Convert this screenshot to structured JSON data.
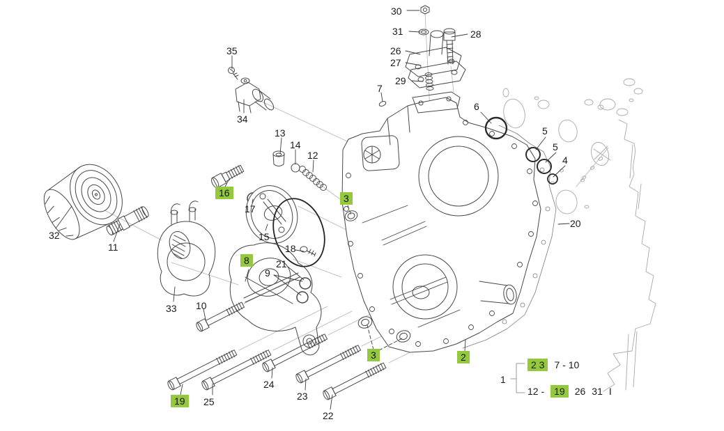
{
  "page": {
    "background": "#ffffff"
  },
  "diagram": {
    "type": "exploded-parts-diagram",
    "subject": "engine timing gear case with oil filter, oil cooler and oil pump",
    "colors": {
      "highlight": "#94c83d",
      "line": "#474747",
      "light_line": "#a8a8a8",
      "text": "#1b1b1b"
    },
    "callouts": [
      {
        "text": "30",
        "highlighted": false
      },
      {
        "text": "31",
        "highlighted": false
      },
      {
        "text": "28",
        "highlighted": false
      },
      {
        "text": "26",
        "highlighted": false
      },
      {
        "text": "27",
        "highlighted": false
      },
      {
        "text": "29",
        "highlighted": false
      },
      {
        "text": "7",
        "highlighted": false
      },
      {
        "text": "35",
        "highlighted": false
      },
      {
        "text": "34",
        "highlighted": false
      },
      {
        "text": "13",
        "highlighted": false
      },
      {
        "text": "14",
        "highlighted": false
      },
      {
        "text": "12",
        "highlighted": false
      },
      {
        "text": "16",
        "highlighted": true
      },
      {
        "text": "17",
        "highlighted": false
      },
      {
        "text": "15",
        "highlighted": false
      },
      {
        "text": "3",
        "highlighted": true
      },
      {
        "text": "6",
        "highlighted": false
      },
      {
        "text": "5",
        "highlighted": false
      },
      {
        "text": "5",
        "highlighted": false
      },
      {
        "text": "4",
        "highlighted": false
      },
      {
        "text": "20",
        "highlighted": false
      },
      {
        "text": "32",
        "highlighted": false
      },
      {
        "text": "11",
        "highlighted": false
      },
      {
        "text": "33",
        "highlighted": false
      },
      {
        "text": "10",
        "highlighted": false
      },
      {
        "text": "8",
        "highlighted": true
      },
      {
        "text": "9",
        "highlighted": false
      },
      {
        "text": "21",
        "highlighted": false
      },
      {
        "text": "18",
        "highlighted": false
      },
      {
        "text": "19",
        "highlighted": true
      },
      {
        "text": "25",
        "highlighted": false
      },
      {
        "text": "24",
        "highlighted": false
      },
      {
        "text": "23",
        "highlighted": false
      },
      {
        "text": "22",
        "highlighted": false
      },
      {
        "text": "3",
        "highlighted": true
      },
      {
        "text": "2",
        "highlighted": true
      },
      {
        "text": "1",
        "highlighted": false
      }
    ],
    "legend": {
      "group_label": "1",
      "rows": [
        {
          "segments": [
            {
              "text": "2 3",
              "highlighted": true
            },
            {
              "text": "7 - 10",
              "highlighted": false
            }
          ]
        },
        {
          "segments": [
            {
              "text": "12 -",
              "highlighted": false
            },
            {
              "text": "19",
              "highlighted": true
            },
            {
              "text": "26",
              "highlighted": false
            },
            {
              "text": "31",
              "highlighted": false
            },
            {
              "text": "I",
              "highlighted": false
            }
          ]
        }
      ]
    }
  }
}
